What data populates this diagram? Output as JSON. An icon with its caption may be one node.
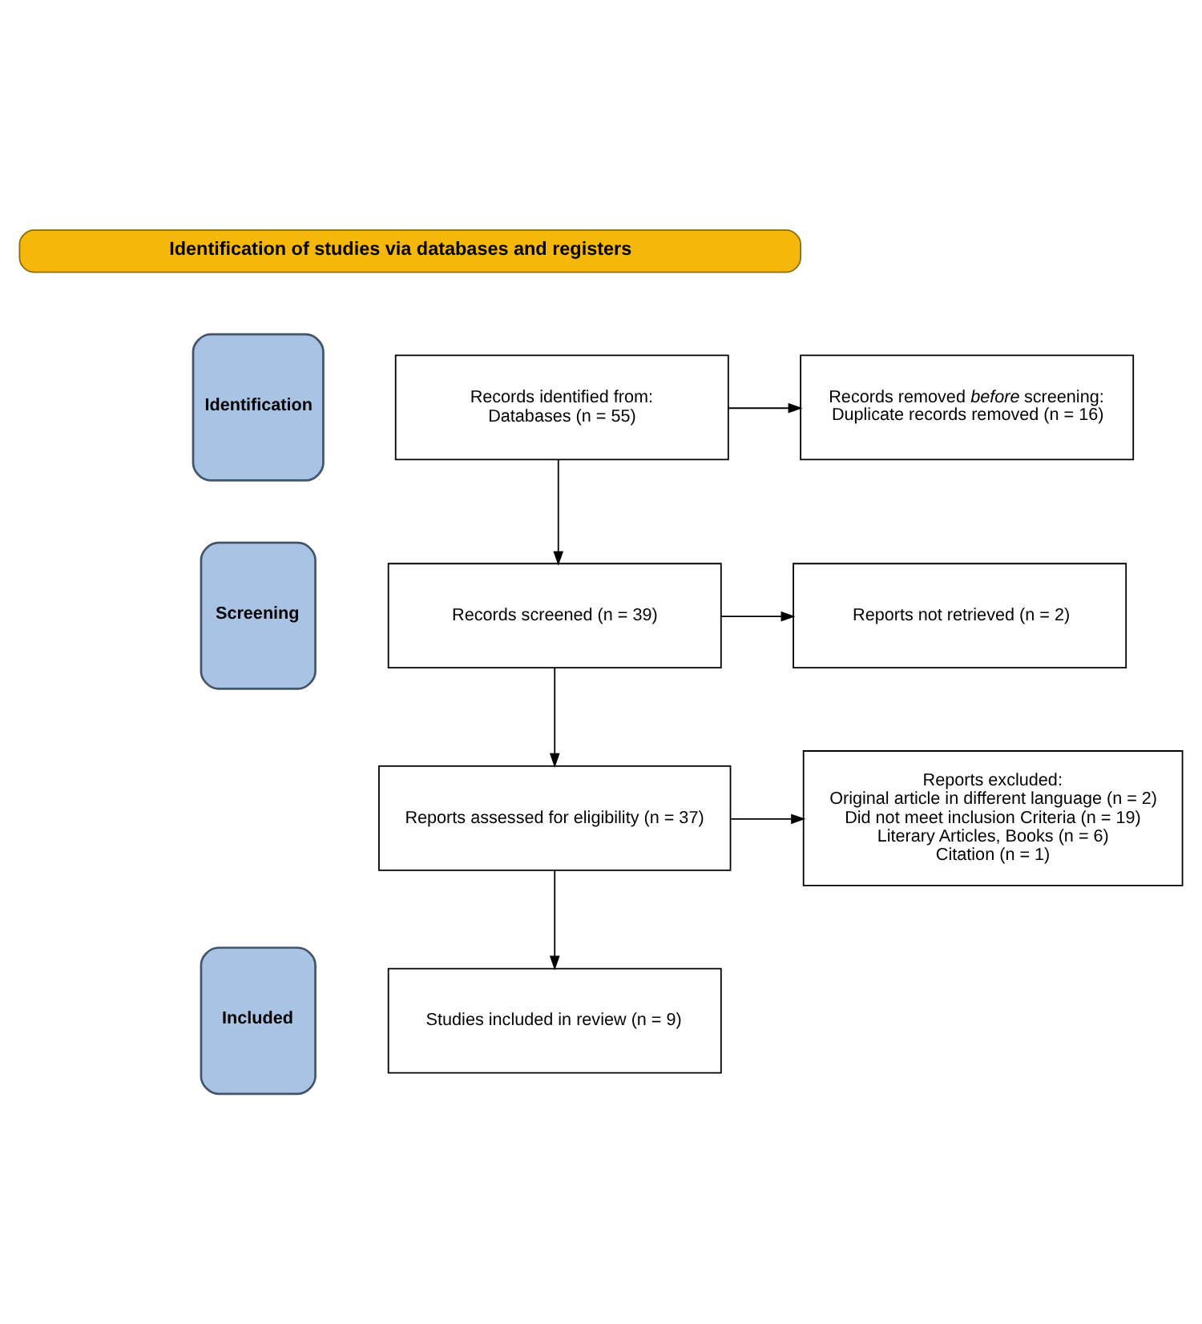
{
  "diagram": {
    "nodes": [
      {
        "text": [
          "Identification of studies via databases and registers"
        ]
      },
      {
        "text": [
          "Identification"
        ]
      },
      {
        "text": [
          "Records identified from:",
          "Databases (n = 55)"
        ]
      },
      {
        "text": [
          "Records removed *before* screening:",
          "Duplicate records removed (n = 16)"
        ]
      },
      {
        "text": [
          "Screening"
        ]
      },
      {
        "text": [
          "Records screened (n = 39)"
        ]
      },
      {
        "text": [
          "Reports not retrieved (n = 2)"
        ]
      },
      {
        "text": [
          "Reports assessed for eligibility (n = 37)"
        ]
      },
      {
        "text": [
          "Reports excluded:",
          "Original article in different language (n = 2)",
          "Did not meet inclusion Criteria (n = 19)",
          "Literary Articles, Books (n = 6)",
          "Citation (n = 1)"
        ]
      },
      {
        "text": [
          "Included"
        ]
      },
      {
        "text": [
          "Studies included in review (n = 9)"
        ]
      }
    ],
    "edges": [
      {
        "from": 2,
        "to": 3,
        "arrow": "to"
      },
      {
        "from": 2,
        "to": 5,
        "arrow": "to"
      },
      {
        "from": 5,
        "to": 6,
        "arrow": "to"
      },
      {
        "from": 5,
        "to": 7,
        "arrow": "to"
      },
      {
        "from": 7,
        "to": 8,
        "arrow": "to"
      },
      {
        "from": 7,
        "to": 10,
        "arrow": "to"
      }
    ]
  }
}
